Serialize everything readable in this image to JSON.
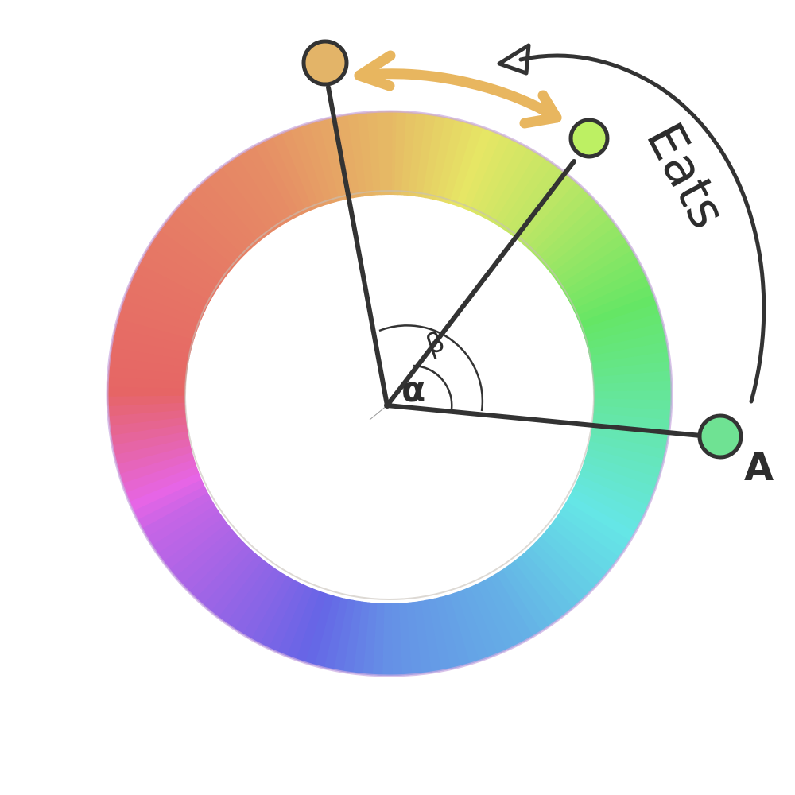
{
  "labels": {
    "alpha": "α",
    "beta": "β",
    "eats": "Eats",
    "point_a": "A"
  },
  "colors": {
    "background": "#ffffff",
    "ink": "#333333",
    "ring_outline_outer": "#b89ad8",
    "orange_handle": "#e3b468",
    "lime_handle": "#bdf063",
    "green_handle": "#6fe293",
    "double_arrow": "#e8b65f"
  },
  "icons": [
    "double-headed-arrow-icon",
    "curved-arrow-icon"
  ]
}
